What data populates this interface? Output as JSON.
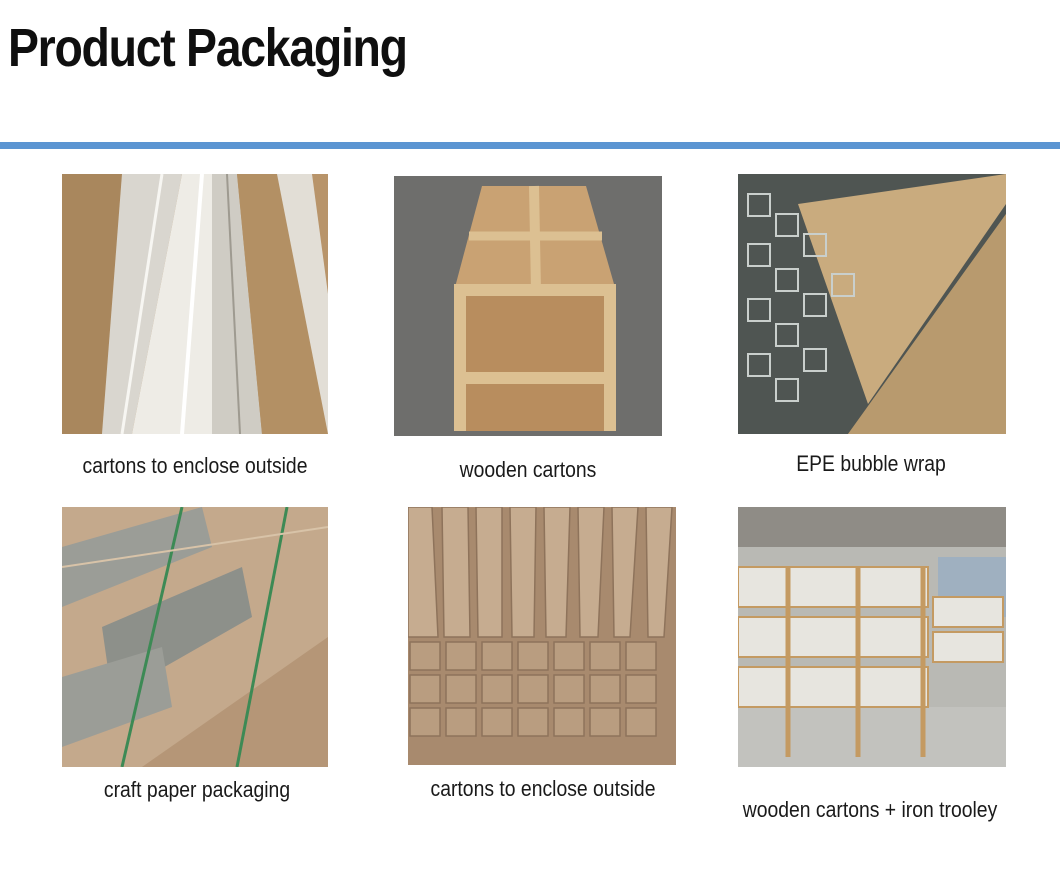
{
  "page": {
    "title": "Product Packaging",
    "accent_color": "#5b95d2"
  },
  "items": [
    {
      "caption": "cartons to enclose outside"
    },
    {
      "caption": "wooden cartons"
    },
    {
      "caption": "EPE bubble wrap"
    },
    {
      "caption": "craft paper packaging"
    },
    {
      "caption": "cartons to enclose outside"
    },
    {
      "caption": "wooden cartons + iron trooley"
    }
  ]
}
